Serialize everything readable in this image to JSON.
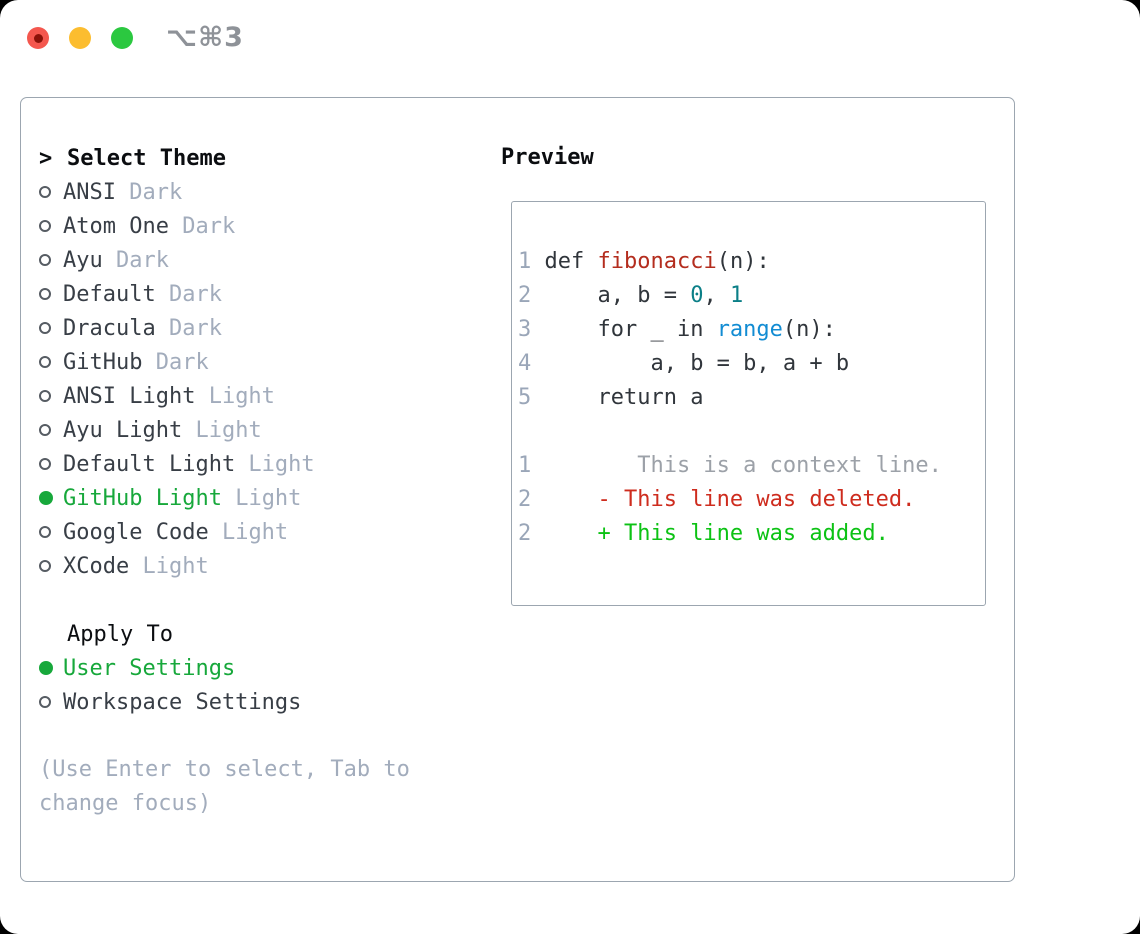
{
  "window": {
    "title": "⌥⌘3",
    "traffic_lights": {
      "close_color": "#F4574E",
      "close_dot_color": "#8A1209",
      "minimize_color": "#FCBD2F",
      "zoom_color": "#2BC840"
    }
  },
  "colors": {
    "panel_border": "#9CA6B0",
    "heading": "#0B0D10",
    "item": "#383E46",
    "muted": "#A2ACBC",
    "lineno": "#9AA6B8",
    "bullet_outline": "#565C63",
    "selected_green": "#17A83B",
    "added_green": "#0CC214",
    "deleted_red": "#CE2C1E",
    "func_red": "#B42D1E",
    "num_teal": "#0B7F87",
    "builtin_blue": "#128CD3",
    "code": "#30353B",
    "context_gray": "#9CA1A8",
    "title_gray": "#8E9298"
  },
  "theme_selector": {
    "prompt": ">",
    "heading": "Select Theme",
    "items": [
      {
        "name": "ANSI",
        "variant": "Dark",
        "selected": false
      },
      {
        "name": "Atom One",
        "variant": "Dark",
        "selected": false
      },
      {
        "name": "Ayu",
        "variant": "Dark",
        "selected": false
      },
      {
        "name": "Default",
        "variant": "Dark",
        "selected": false
      },
      {
        "name": "Dracula",
        "variant": "Dark",
        "selected": false
      },
      {
        "name": "GitHub",
        "variant": "Dark",
        "selected": false
      },
      {
        "name": "ANSI Light",
        "variant": "Light",
        "selected": false
      },
      {
        "name": "Ayu Light",
        "variant": "Light",
        "selected": false
      },
      {
        "name": "Default Light",
        "variant": "Light",
        "selected": false
      },
      {
        "name": "GitHub Light",
        "variant": "Light",
        "selected": true
      },
      {
        "name": "Google Code",
        "variant": "Light",
        "selected": false
      },
      {
        "name": "XCode",
        "variant": "Light",
        "selected": false
      }
    ],
    "apply_to": {
      "heading": "Apply To",
      "options": [
        {
          "label": "User Settings",
          "selected": true
        },
        {
          "label": "Workspace Settings",
          "selected": false
        }
      ]
    },
    "footer": "(Use Enter to select, Tab to change focus)"
  },
  "preview": {
    "heading": "Preview",
    "lines": [
      {
        "num": "1",
        "tokens": [
          {
            "t": " def ",
            "c": "code"
          },
          {
            "t": "fibonacci",
            "c": "func_red"
          },
          {
            "t": "(n):",
            "c": "code"
          }
        ]
      },
      {
        "num": "2",
        "tokens": [
          {
            "t": "     a, b = ",
            "c": "code"
          },
          {
            "t": "0",
            "c": "num_teal"
          },
          {
            "t": ", ",
            "c": "code"
          },
          {
            "t": "1",
            "c": "num_teal"
          }
        ]
      },
      {
        "num": "3",
        "tokens": [
          {
            "t": "     for _ in ",
            "c": "code"
          },
          {
            "t": "range",
            "c": "builtin_blue"
          },
          {
            "t": "(n):",
            "c": "code"
          }
        ]
      },
      {
        "num": "4",
        "tokens": [
          {
            "t": "         a, b = b, a + b",
            "c": "code"
          }
        ]
      },
      {
        "num": "5",
        "tokens": [
          {
            "t": "     return a",
            "c": "code"
          }
        ]
      },
      {
        "num": "",
        "tokens": []
      },
      {
        "num": "1",
        "tokens": [
          {
            "t": "        This is a context line.",
            "c": "context_gray"
          }
        ]
      },
      {
        "num": "2",
        "tokens": [
          {
            "t": "     - This line was deleted.",
            "c": "deleted_red"
          }
        ]
      },
      {
        "num": "2",
        "tokens": [
          {
            "t": "     + This line was added.",
            "c": "added_green"
          }
        ]
      }
    ]
  }
}
